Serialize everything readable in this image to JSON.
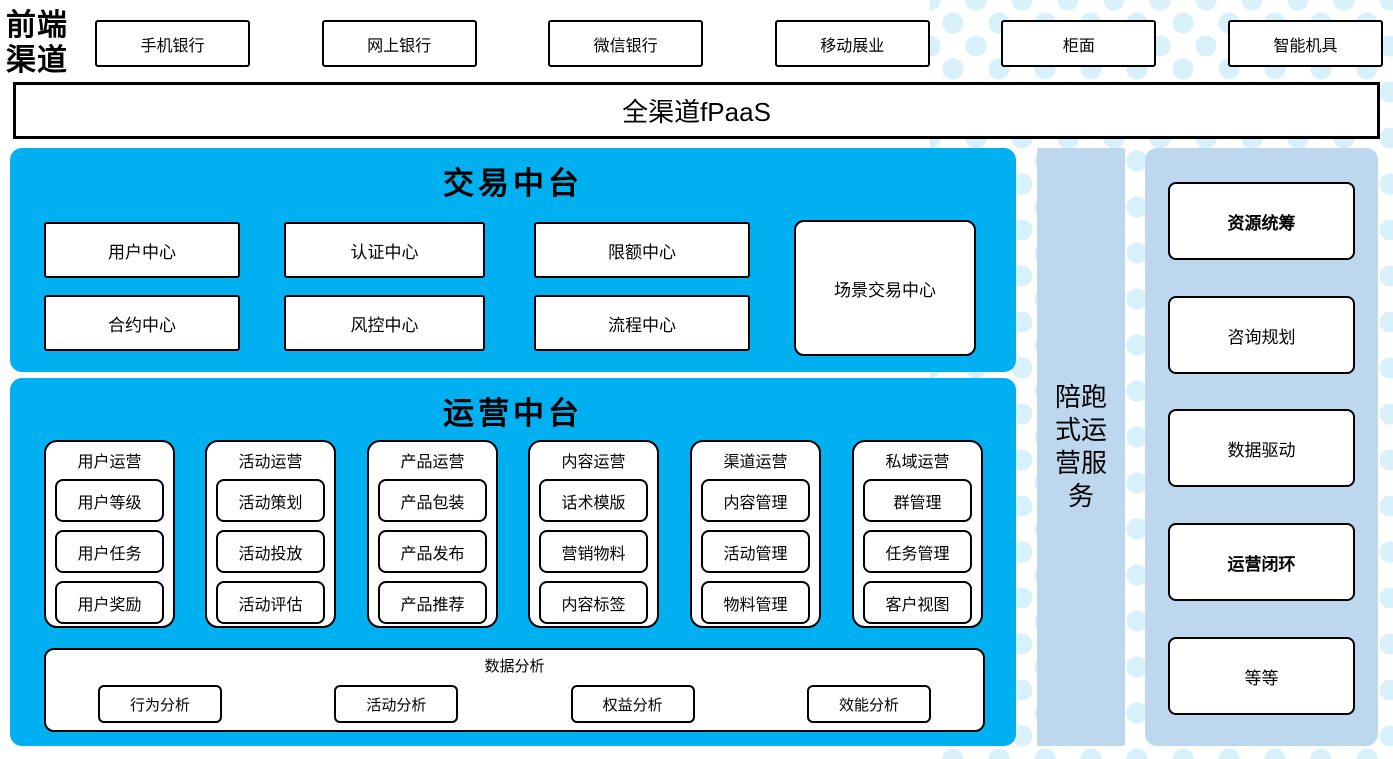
{
  "front_channels": {
    "label": "前端渠道",
    "items": [
      "手机银行",
      "网上银行",
      "微信银行",
      "移动展业",
      "柜面",
      "智能机具"
    ]
  },
  "fpaas": {
    "label": "全渠道fPaaS"
  },
  "trade_platform": {
    "title": "交易中台",
    "centers": [
      "用户中心",
      "认证中心",
      "限额中心",
      "合约中心",
      "风控中心",
      "流程中心"
    ],
    "scene_center": "场景交易中心"
  },
  "ops_platform": {
    "title": "运营中台",
    "columns": [
      {
        "title": "用户运营",
        "items": [
          "用户等级",
          "用户任务",
          "用户奖励"
        ]
      },
      {
        "title": "活动运营",
        "items": [
          "活动策划",
          "活动投放",
          "活动评估"
        ]
      },
      {
        "title": "产品运营",
        "items": [
          "产品包装",
          "产品发布",
          "产品推荐"
        ]
      },
      {
        "title": "内容运营",
        "items": [
          "话术模版",
          "营销物料",
          "内容标签"
        ]
      },
      {
        "title": "渠道运营",
        "items": [
          "内容管理",
          "活动管理",
          "物料管理"
        ]
      },
      {
        "title": "私域运营",
        "items": [
          "群管理",
          "任务管理",
          "客户视图"
        ]
      }
    ],
    "analysis": {
      "title": "数据分析",
      "items": [
        "行为分析",
        "活动分析",
        "权益分析",
        "效能分析"
      ]
    }
  },
  "companion_service": {
    "label": "陪跑式运营服务"
  },
  "service_panel": {
    "items": [
      {
        "label": "资源统筹",
        "bold": true
      },
      {
        "label": "咨询规划",
        "bold": false
      },
      {
        "label": "数据驱动",
        "bold": false
      },
      {
        "label": "运营闭环",
        "bold": true
      },
      {
        "label": "等等",
        "bold": false
      }
    ]
  },
  "colors": {
    "primary_blue": "#00B0F0",
    "light_blue": "#BDD7EE",
    "dot_pattern": "#D7F0FA",
    "box_border": "#000000"
  }
}
